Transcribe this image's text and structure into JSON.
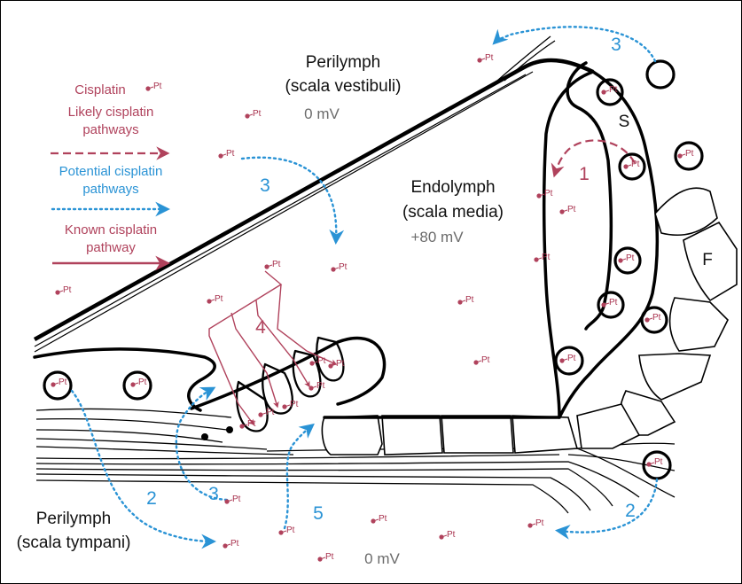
{
  "regions": {
    "perilymph_vestibuli_1": "Perilymph",
    "perilymph_vestibuli_2": "(scala vestibuli)",
    "vestibuli_voltage": "0 mV",
    "endolymph_1": "Endolymph",
    "endolymph_2": "(scala media)",
    "endolymph_voltage": "+80 mV",
    "perilymph_tympani_1": "Perilymph",
    "perilymph_tympani_2": "(scala tympani)",
    "tympani_voltage": "0 mV"
  },
  "structure_labels": {
    "stria": "S",
    "fibrocytes": "F"
  },
  "legend": {
    "cisplatin": "Cisplatin",
    "likely_1": "Likely cisplatin",
    "likely_2": "pathways",
    "potential_1": "Potential cisplatin",
    "potential_2": "pathways",
    "known_1": "Known cisplatin",
    "known_2": "pathway"
  },
  "pathway_numbers": {
    "p1": "1",
    "p2_left": "2",
    "p2_right": "2",
    "p3_top": "3",
    "p3_mid": "3",
    "p3_bottom": "3",
    "p4": "4",
    "p5": "5"
  },
  "molecule_label": "Pt",
  "colors": {
    "red": "#b0425c",
    "blue": "#2a93d5",
    "gray_text": "#6b6b6b",
    "black": "#000000"
  }
}
